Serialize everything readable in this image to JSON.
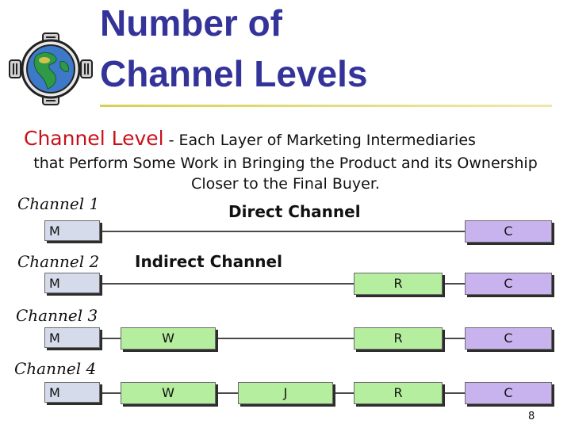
{
  "title": {
    "line1": "Number of",
    "line2": "Channel Levels"
  },
  "definition": {
    "term": "Channel Level",
    "separator": " - ",
    "lead": "Each Layer of Marketing Intermediaries",
    "rest": "that Perform Some Work in Bringing the Product and its Ownership Closer to the Final Buyer."
  },
  "channels": [
    {
      "label": "Channel 1",
      "type": "Direct Channel",
      "nodes": [
        "M",
        "C"
      ]
    },
    {
      "label": "Channel 2",
      "type": "Indirect Channel",
      "nodes": [
        "M",
        "R",
        "C"
      ]
    },
    {
      "label": "Channel 3",
      "type": "",
      "nodes": [
        "M",
        "W",
        "R",
        "C"
      ]
    },
    {
      "label": "Channel 4",
      "type": "",
      "nodes": [
        "M",
        "W",
        "J",
        "R",
        "C"
      ]
    }
  ],
  "page_number": "8",
  "colors": {
    "title": "#33339a",
    "term": "#c8101a",
    "manufacturer_box": "#d6dbeb",
    "consumer_box": "#c9b3ef",
    "intermediary_box": "#b4ee9e"
  },
  "icons": {
    "logo": "globe-icon"
  }
}
